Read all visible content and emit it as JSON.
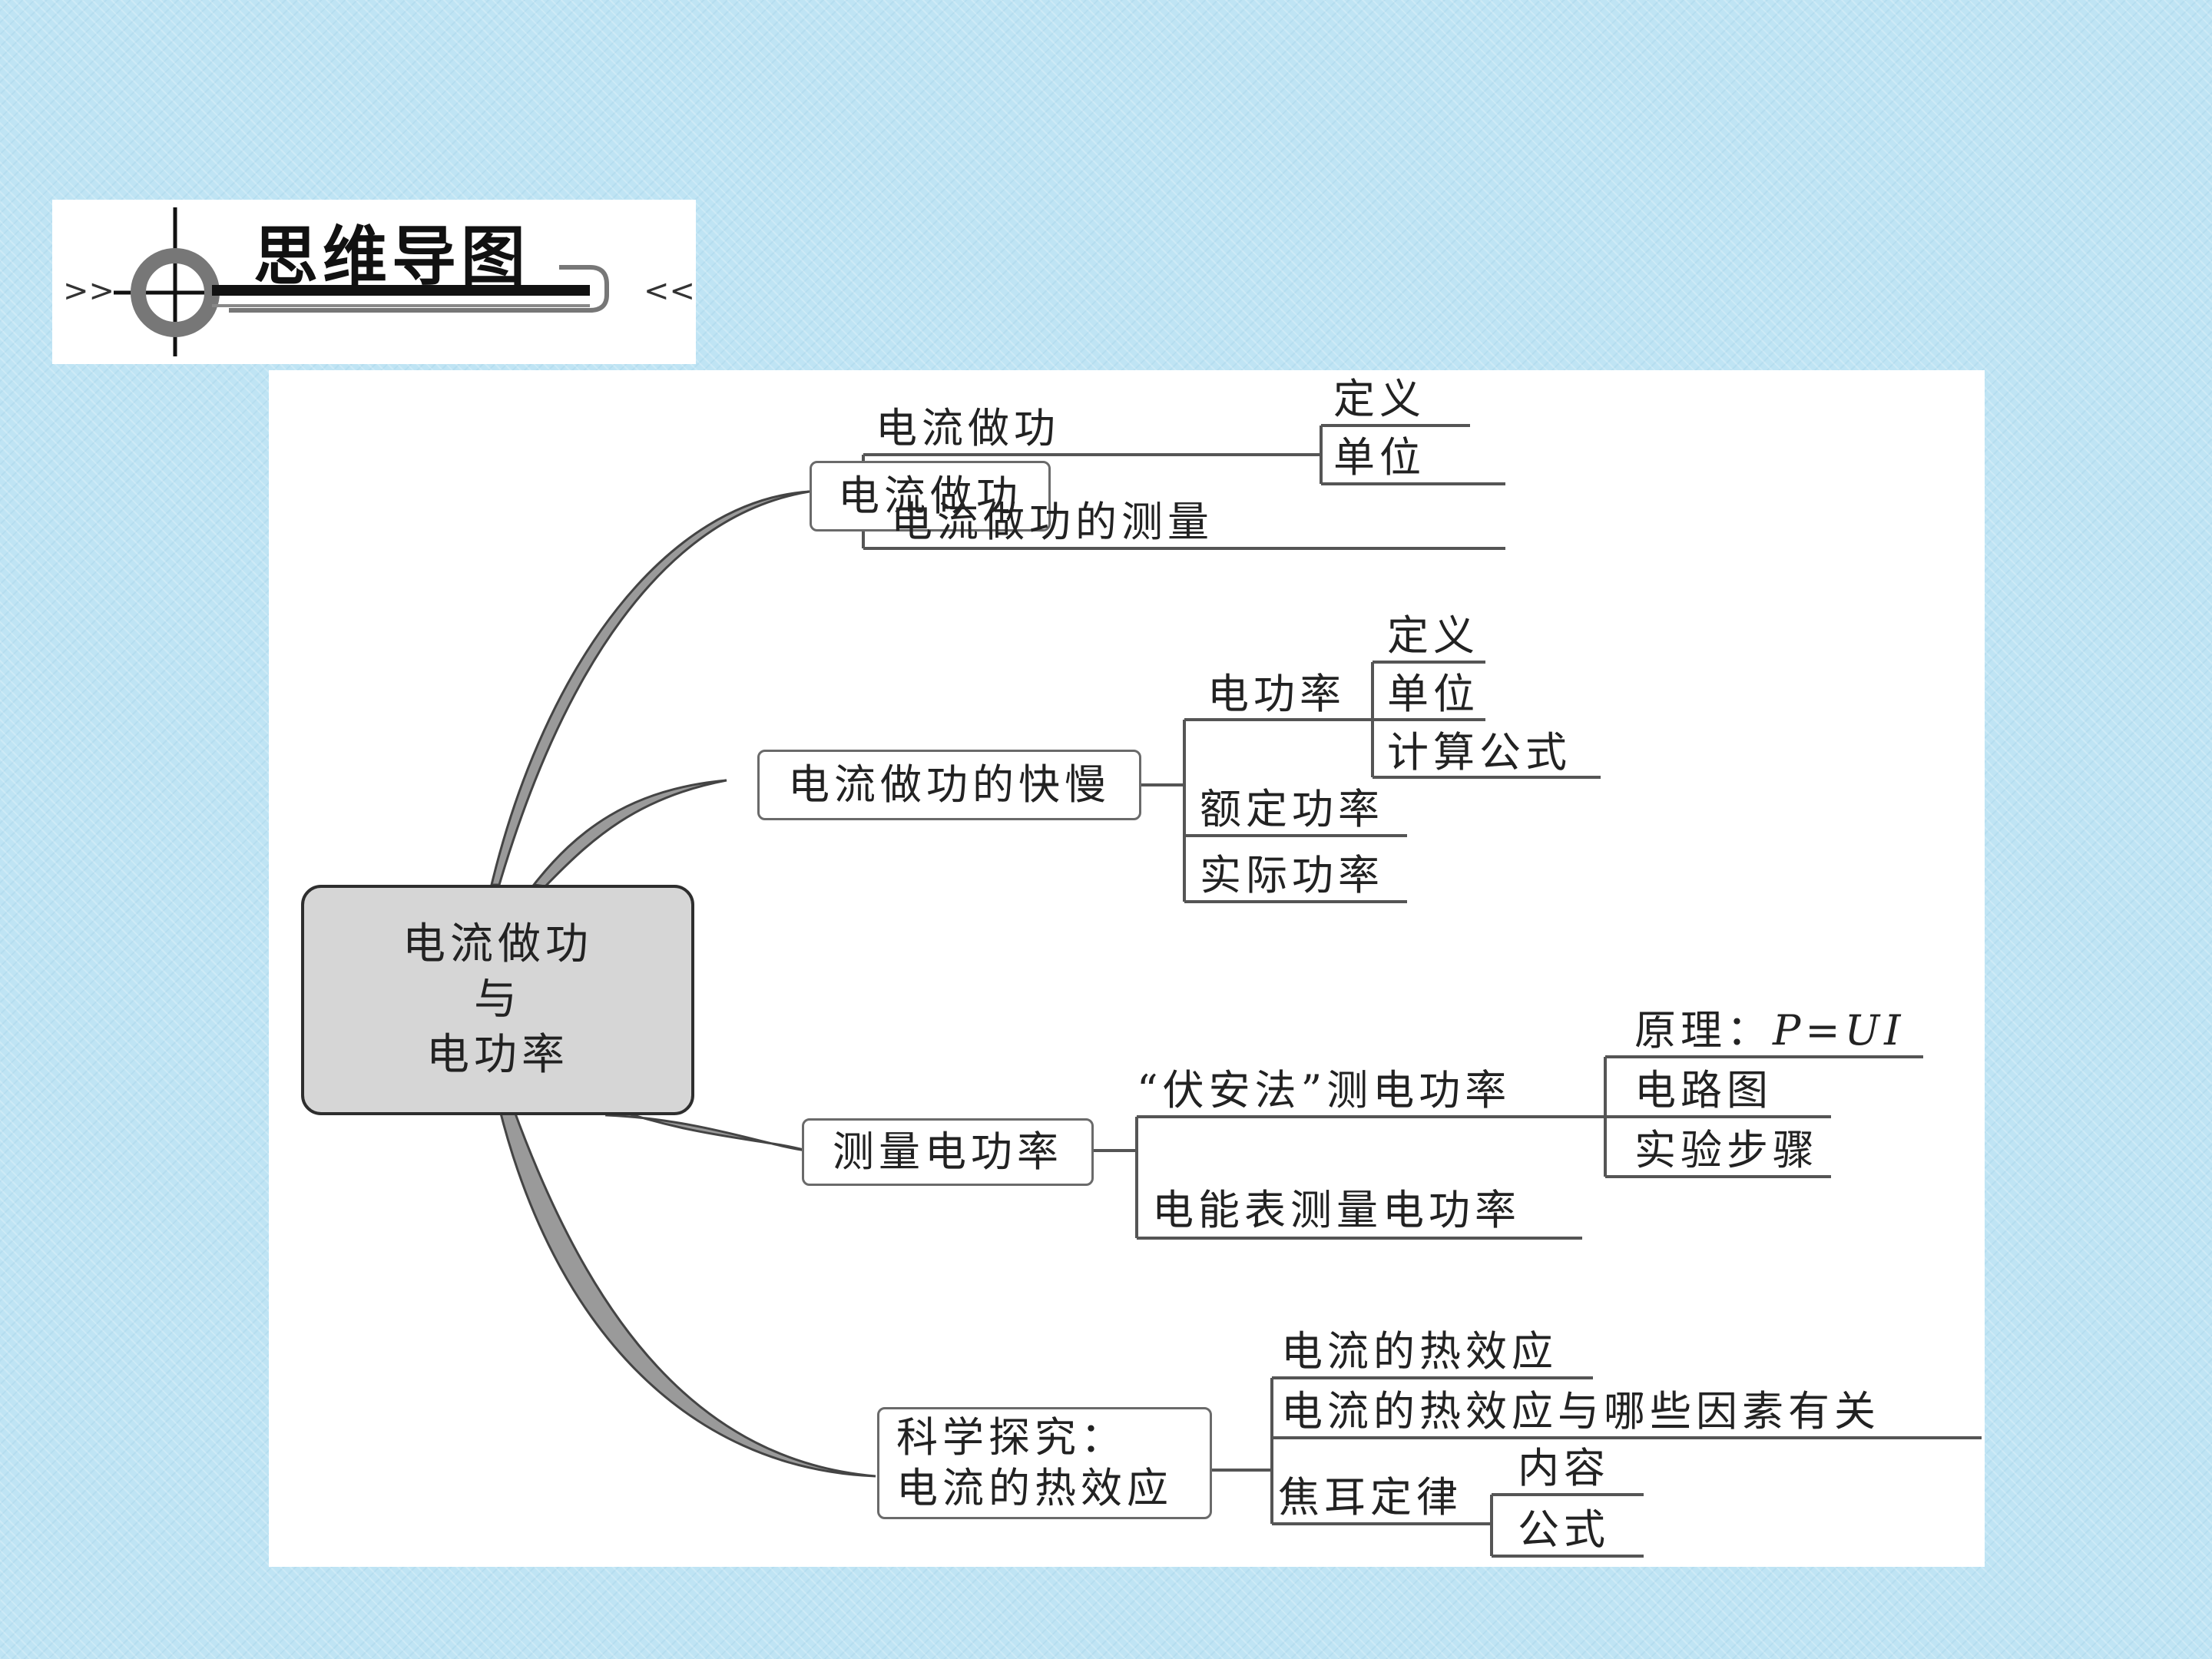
{
  "header": {
    "title": "思维导图",
    "left_marks": ">>",
    "right_marks": "<<"
  },
  "center": {
    "line1": "电流做功",
    "line2": "与",
    "line3": "电功率"
  },
  "branch1": {
    "label": "电流做功",
    "sub1": "电流做功",
    "sub1_items": [
      "定义",
      "单位"
    ],
    "sub2": "电流做功的测量"
  },
  "branch2": {
    "label": "电流做功的快慢",
    "sub1": "电功率",
    "sub1_items": [
      "定义",
      "单位",
      "计算公式"
    ],
    "sub2": "额定功率",
    "sub3": "实际功率"
  },
  "branch3": {
    "label": "测量电功率",
    "sub1": "“伏安法”测电功率",
    "sub1_items": {
      "principle_prefix": "原理：",
      "principle_formula": "P=UI",
      "circuit": "电路图",
      "steps": "实验步骤"
    },
    "sub2": "电能表测量电功率"
  },
  "branch4": {
    "label_line1": "科学探究：",
    "label_line2": "电流的热效应",
    "sub1": "电流的热效应",
    "sub2": "电流的热效应与哪些因素有关",
    "sub3": "焦耳定律",
    "sub3_items": [
      "内容",
      "公式"
    ]
  },
  "colors": {
    "background": "#bfe4f4",
    "center_fill": "#d6d6d6",
    "branch_fill": "#9a9a9a",
    "line": "#555555"
  }
}
